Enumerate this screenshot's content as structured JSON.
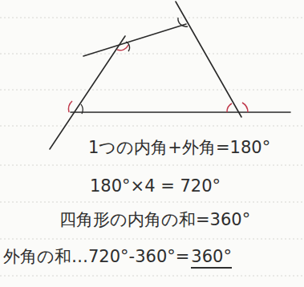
{
  "diagram": {
    "labels": [
      "1つの内角+外角=180°",
      "180°×4 = 720°",
      "四角形の内角の和=360°",
      "外角の和…720°-360°=",
      "360°"
    ]
  }
}
